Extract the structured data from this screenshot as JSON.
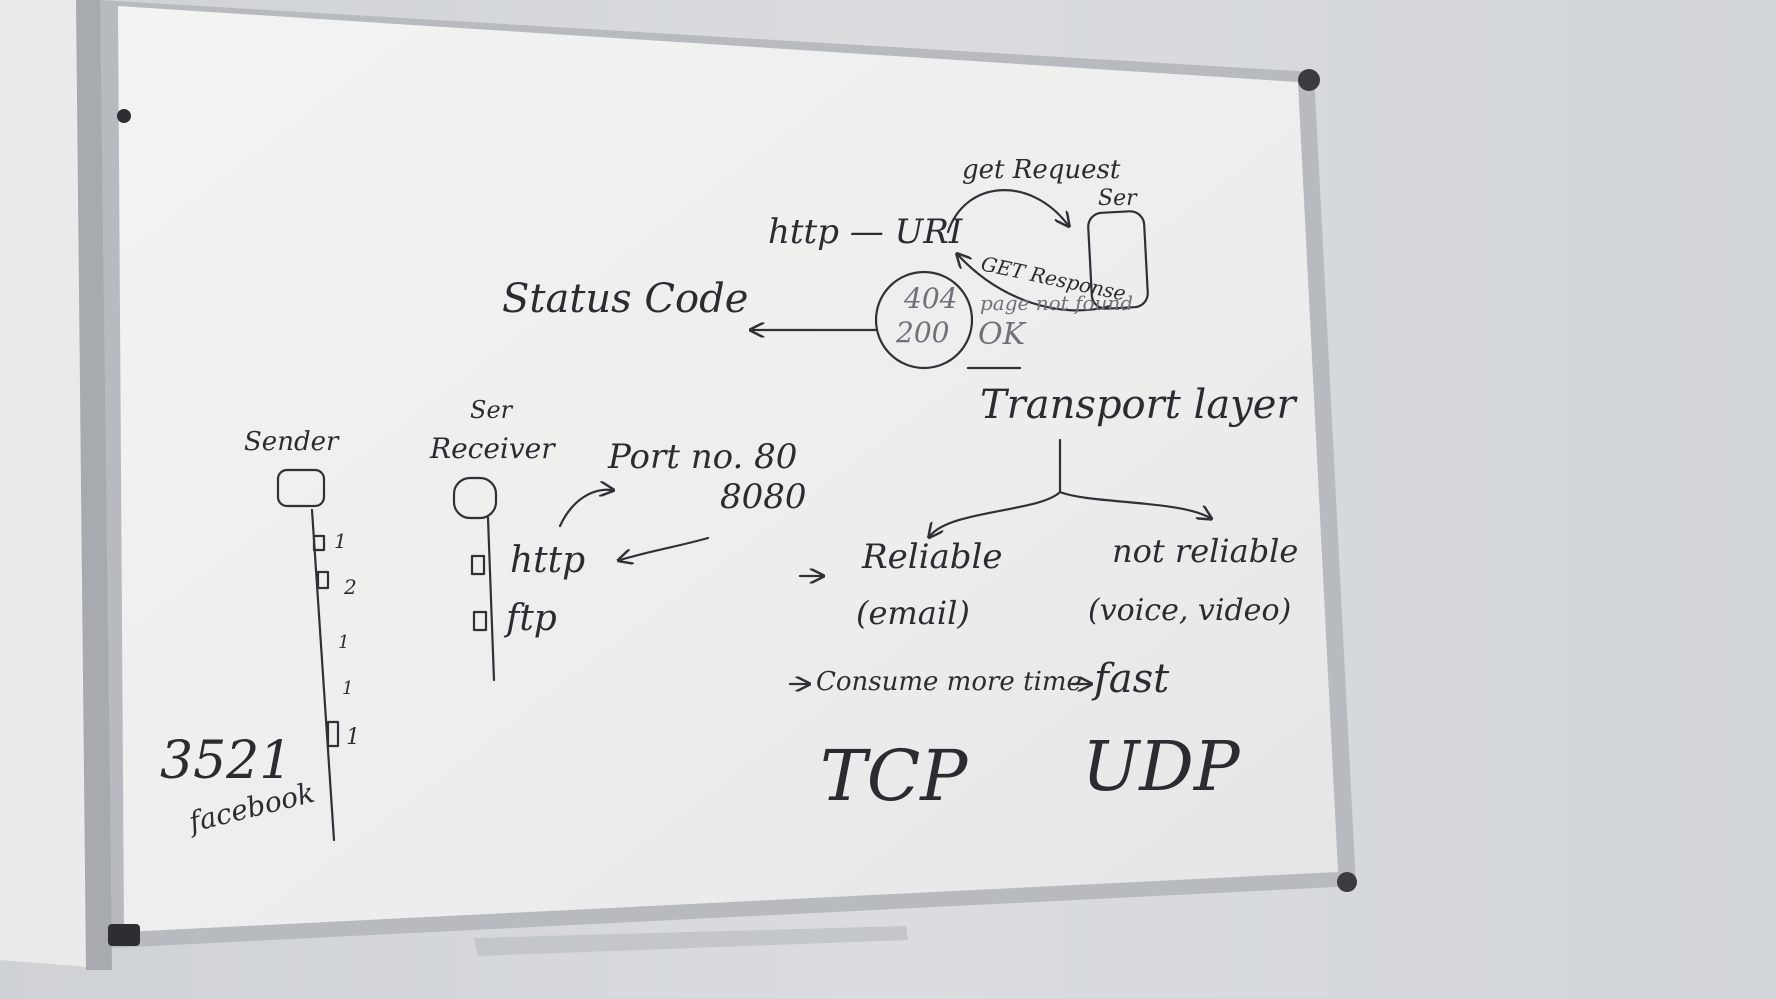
{
  "board": {
    "http_uri": "http — URI",
    "get_request": "get Request",
    "get_response": "GET Response",
    "status_code": "Status Code",
    "code_404": "404",
    "code_200": "200",
    "page_not_found": "page not found",
    "ok": "OK",
    "server_top": "Ser",
    "transport_layer": "Transport layer",
    "sender": "Sender",
    "server": "Ser",
    "receiver": "Receiver",
    "port_label": "Port no. 80",
    "port_alt": "8080",
    "http": "http",
    "ftp": "ftp",
    "ticks": [
      "1",
      "2",
      "1",
      "1",
      "1"
    ],
    "number": "3521",
    "facebook": "facebook",
    "reliable": "Reliable",
    "email": "(email)",
    "consume": "Consume more time",
    "not_reliable": "not reliable",
    "voice_video": "(voice, video)",
    "fast": "fast",
    "tcp": "TCP",
    "udp": "UDP"
  },
  "colors": {
    "wall": "#d6d9dc",
    "board_surface": "#eef0ef",
    "frame": "#b8bcc0",
    "marker": "#2f3136"
  }
}
